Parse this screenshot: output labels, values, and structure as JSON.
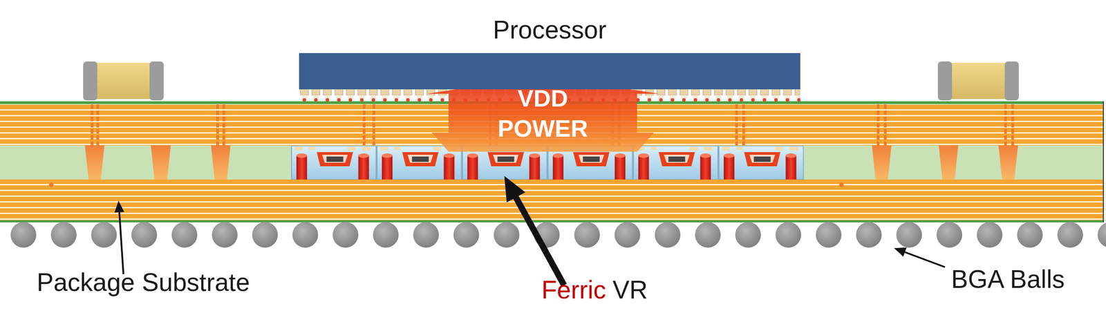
{
  "diagram": {
    "nodes": [
      {
        "text": [
          "Processor"
        ]
      }
    ],
    "labels": [
      "VDD POWER",
      "Package Substrate",
      "Ferric",
      "VR",
      "BGA Balls"
    ]
  }
}
